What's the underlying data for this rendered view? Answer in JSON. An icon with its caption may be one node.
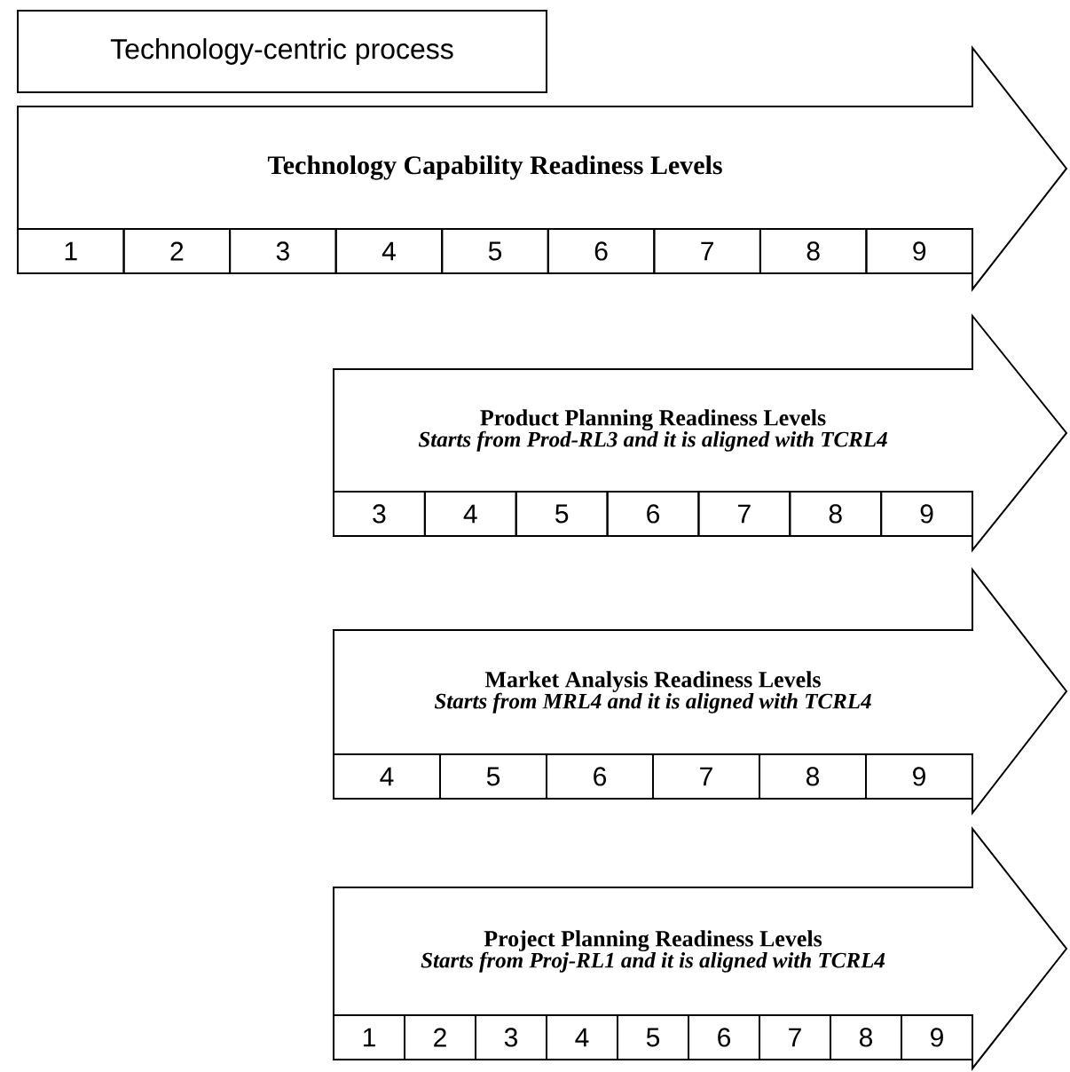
{
  "diagram": {
    "nodes": [
      {
        "text": [
          "Technology-centric process"
        ]
      },
      {
        "text": [
          "Technology Capability Readiness Levels"
        ]
      },
      {
        "text": [
          "1"
        ],
        "in": 1
      },
      {
        "text": [
          "2"
        ],
        "in": 1
      },
      {
        "text": [
          "3"
        ],
        "in": 1
      },
      {
        "text": [
          "4"
        ],
        "in": 1
      },
      {
        "text": [
          "5"
        ],
        "in": 1
      },
      {
        "text": [
          "6"
        ],
        "in": 1
      },
      {
        "text": [
          "7"
        ],
        "in": 1
      },
      {
        "text": [
          "8"
        ],
        "in": 1
      },
      {
        "text": [
          "9"
        ],
        "in": 1
      },
      {
        "text": [
          "Product Planning Readiness Levels",
          "Starts from Prod-RL3 and it is aligned with TCRL4"
        ]
      },
      {
        "text": [
          "3"
        ],
        "in": 11
      },
      {
        "text": [
          "4"
        ],
        "in": 11
      },
      {
        "text": [
          "5"
        ],
        "in": 11
      },
      {
        "text": [
          "6"
        ],
        "in": 11
      },
      {
        "text": [
          "7"
        ],
        "in": 11
      },
      {
        "text": [
          "8"
        ],
        "in": 11
      },
      {
        "text": [
          "9"
        ],
        "in": 11
      },
      {
        "text": [
          "Market Analysis Readiness Levels",
          "Starts from MRL4 and it is aligned with TCRL4"
        ]
      },
      {
        "text": [
          "4"
        ],
        "in": 19
      },
      {
        "text": [
          "5"
        ],
        "in": 19
      },
      {
        "text": [
          "6"
        ],
        "in": 19
      },
      {
        "text": [
          "7"
        ],
        "in": 19
      },
      {
        "text": [
          "8"
        ],
        "in": 19
      },
      {
        "text": [
          "9"
        ],
        "in": 19
      },
      {
        "text": [
          "Project Planning Readiness Levels",
          "Starts from Proj-RL1 and it is aligned with TCRL4"
        ]
      },
      {
        "text": [
          "1"
        ],
        "in": 26
      },
      {
        "text": [
          "2"
        ],
        "in": 26
      },
      {
        "text": [
          "3"
        ],
        "in": 26
      },
      {
        "text": [
          "4"
        ],
        "in": 26
      },
      {
        "text": [
          "5"
        ],
        "in": 26
      },
      {
        "text": [
          "6"
        ],
        "in": 26
      },
      {
        "text": [
          "7"
        ],
        "in": 26
      },
      {
        "text": [
          "8"
        ],
        "in": 26
      },
      {
        "text": [
          "9"
        ],
        "in": 26
      }
    ]
  }
}
